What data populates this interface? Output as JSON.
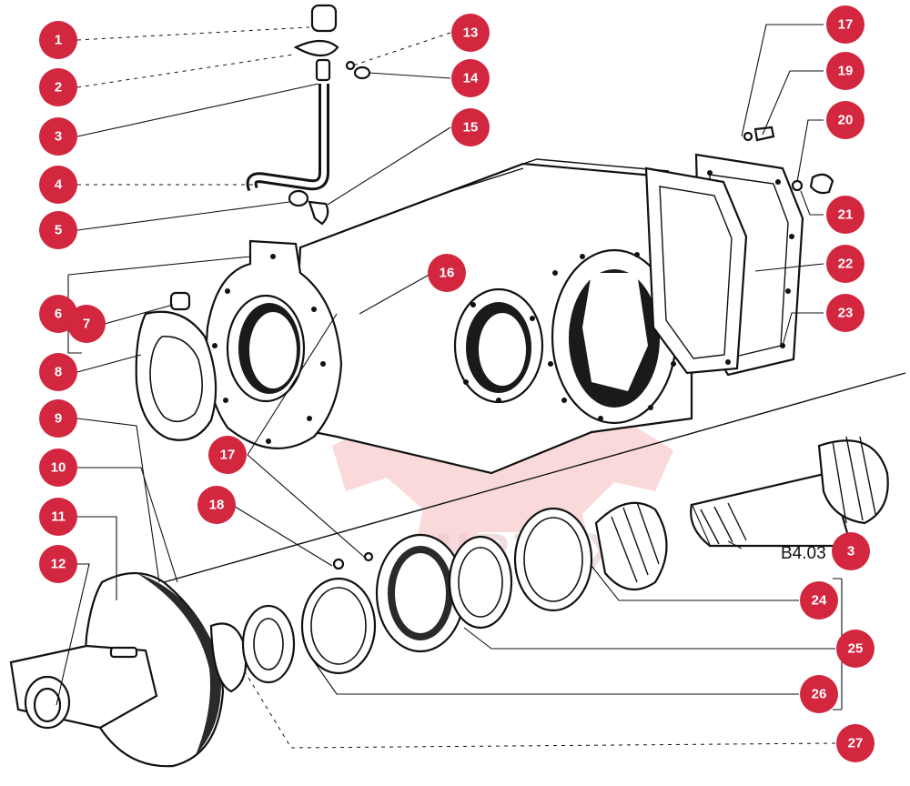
{
  "diagram": {
    "callouts": [
      {
        "label": "1"
      },
      {
        "label": "2"
      },
      {
        "label": "3"
      },
      {
        "label": "4"
      },
      {
        "label": "5"
      },
      {
        "label": "6"
      },
      {
        "label": "7"
      },
      {
        "label": "8"
      },
      {
        "label": "9"
      },
      {
        "label": "10"
      },
      {
        "label": "11"
      },
      {
        "label": "12"
      },
      {
        "label": "13"
      },
      {
        "label": "14"
      },
      {
        "label": "15"
      },
      {
        "label": "16"
      },
      {
        "label": "17"
      },
      {
        "label": "18"
      },
      {
        "label": "17"
      },
      {
        "label": "19"
      },
      {
        "label": "20"
      },
      {
        "label": "21"
      },
      {
        "label": "22"
      },
      {
        "label": "23"
      },
      {
        "label": "3"
      },
      {
        "label": "24"
      },
      {
        "label": "25"
      },
      {
        "label": "26"
      },
      {
        "label": "27"
      }
    ],
    "reference": {
      "text": "B4.03"
    },
    "watermark": {
      "text": "MIRTEX"
    },
    "colors": {
      "badge": "#d3263f",
      "line": "#111111",
      "watermark": "#f4b9b9"
    }
  }
}
